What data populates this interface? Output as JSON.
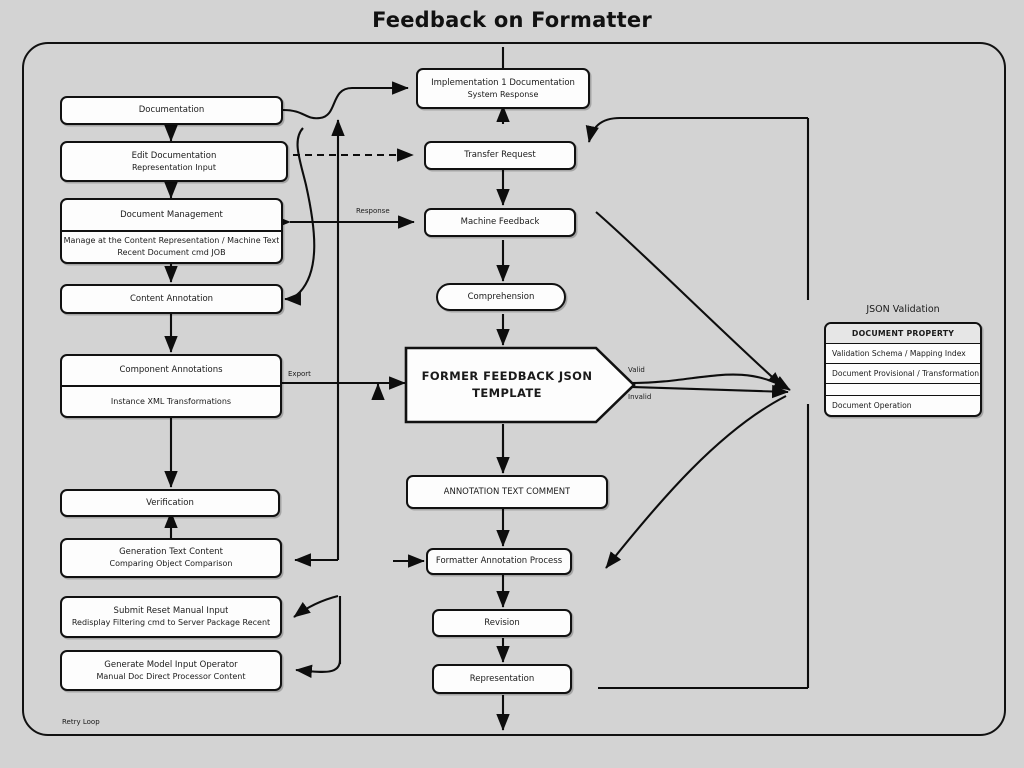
{
  "diagram": {
    "title": "Feedback on Formatter",
    "background_color": "#d3d3d3",
    "node_fill": "#fdfdfd",
    "stroke_color": "#111111",
    "table_header_fill": "#e6e6e6"
  },
  "left_column": [
    {
      "id": "l1",
      "shape": "rect",
      "lines": [
        "Documentation"
      ]
    },
    {
      "id": "l2",
      "shape": "rect",
      "lines": [
        "Edit Documentation",
        "Representation Input"
      ]
    },
    {
      "id": "l3",
      "shape": "split",
      "head": [
        "Document Management"
      ],
      "body": [
        "Manage at the Content Representation / Machine Text",
        "Recent Document cmd JOB"
      ]
    },
    {
      "id": "l4",
      "shape": "rect",
      "lines": [
        "Content Annotation"
      ]
    },
    {
      "id": "l5",
      "shape": "split",
      "head": [
        "Component Annotations"
      ],
      "body": [
        "Instance XML Transformations"
      ]
    },
    {
      "id": "l6",
      "shape": "rect",
      "lines": [
        "Verification"
      ]
    },
    {
      "id": "l7",
      "shape": "rect",
      "lines": [
        "Generation Text Content",
        "Comparing Object Comparison"
      ]
    },
    {
      "id": "l8",
      "shape": "rect",
      "lines": [
        "Submit Reset Manual Input",
        "Redisplay Filtering cmd to Server Package Recent"
      ]
    },
    {
      "id": "l9",
      "shape": "rect",
      "lines": [
        "Generate Model Input Operator",
        "Manual Doc Direct Processor Content"
      ]
    }
  ],
  "center_column": [
    {
      "id": "c1",
      "shape": "rect",
      "lines": [
        "Implementation 1 Documentation",
        "System Response"
      ]
    },
    {
      "id": "c2",
      "shape": "rect",
      "lines": [
        "Transfer Request"
      ]
    },
    {
      "id": "c3",
      "shape": "rect",
      "lines": [
        "Machine Feedback"
      ]
    },
    {
      "id": "c4",
      "shape": "stadium",
      "lines": [
        "Comprehension"
      ]
    },
    {
      "id": "c5",
      "shape": "hexagon",
      "lines": [
        "FORMER FEEDBACK",
        "JSON TEMPLATE"
      ]
    },
    {
      "id": "c6",
      "shape": "rect",
      "lines": [
        "ANNOTATION TEXT COMMENT"
      ]
    },
    {
      "id": "c7",
      "shape": "rect",
      "lines": [
        "Formatter Annotation Process"
      ]
    },
    {
      "id": "c8",
      "shape": "rect",
      "lines": [
        "Revision"
      ]
    },
    {
      "id": "c9",
      "shape": "rect",
      "lines": [
        "Representation"
      ]
    }
  ],
  "side_table": {
    "caption": "JSON Validation",
    "rows": [
      {
        "kind": "head",
        "text": "DOCUMENT PROPERTY"
      },
      {
        "kind": "data",
        "text": "Validation Schema / Mapping Index"
      },
      {
        "kind": "data",
        "text": "Document Provisional / Transformation"
      },
      {
        "kind": "spacer",
        "text": ""
      },
      {
        "kind": "data",
        "text": "Document Operation"
      }
    ]
  },
  "edge_labels": [
    {
      "id": "e_top_right",
      "text": "Response"
    },
    {
      "id": "e_mid_right",
      "text": "Export"
    },
    {
      "id": "e_split_valid",
      "text": "Valid"
    },
    {
      "id": "e_split_invalid",
      "text": "Invalid"
    },
    {
      "id": "e_lower_left",
      "text": "Retry Loop"
    }
  ]
}
